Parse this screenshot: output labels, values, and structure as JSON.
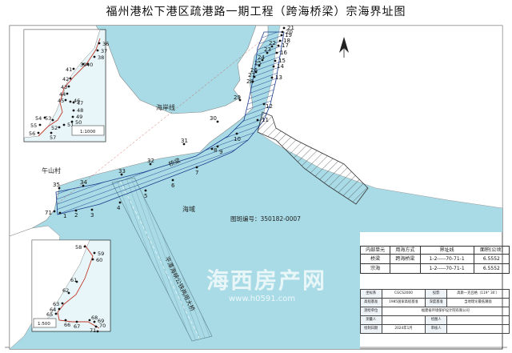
{
  "title": "福州港松下港区疏港路一期工程（跨海桥梁）宗海界址图",
  "labels": {
    "coastline": "海岸线",
    "village": "午山村",
    "bridge": "桥梁",
    "sea_area": "海域",
    "channel": "平潭海峡公铁两用大桥",
    "parcel_id": "图斑编号：350182-0007"
  },
  "inset_scale": "1:1000",
  "inset_scale_2": "1:500",
  "points_main": [
    "1",
    "2",
    "3",
    "4",
    "5",
    "6",
    "7",
    "8",
    "9",
    "10",
    "11",
    "12",
    "13",
    "14",
    "15",
    "16",
    "17",
    "18",
    "19",
    "20",
    "21",
    "22",
    "23",
    "24",
    "25",
    "26",
    "27",
    "28",
    "29",
    "30",
    "31",
    "32",
    "33",
    "34",
    "35",
    "71"
  ],
  "points_inset_top": [
    "36",
    "37",
    "38",
    "39",
    "40",
    "41",
    "42",
    "43",
    "44",
    "45",
    "46",
    "47",
    "48",
    "49",
    "50",
    "51",
    "52",
    "53",
    "54",
    "55",
    "56",
    "57"
  ],
  "points_inset_bottom": [
    "58",
    "59",
    "60",
    "61",
    "62",
    "63",
    "64",
    "65",
    "66",
    "67",
    "68",
    "69",
    "70",
    "71"
  ],
  "table": {
    "headers": [
      "内部单元",
      "用海方式",
      "界址线",
      "面积(公顷)"
    ],
    "rows": [
      [
        "桥梁",
        "跨海桥梁",
        "1-2-----70-71-1",
        "6.5552"
      ],
      [
        "宗海",
        "",
        "1-2-----70-71-1",
        "6.5552"
      ]
    ]
  },
  "info_table": {
    "rows": [
      [
        "坐标系",
        "CGCS2000",
        "投影",
        "高斯—克吕格（119° 30′）"
      ],
      [
        "高程基准",
        "1985国家高程基准",
        "深度基准",
        "当地理论最低潮面"
      ],
      [
        "测绘单位",
        "福建省环境保护设计院有限公司",
        "",
        ""
      ],
      [
        "测量人",
        "",
        "绘图人",
        ""
      ],
      [
        "绘制日期",
        "2024年1月",
        "审核人",
        ""
      ]
    ]
  },
  "watermark": {
    "cn": "海西房产网",
    "url": "www.h0591.com"
  },
  "colors": {
    "sea": "#a8dbe6",
    "land": "#ffffff",
    "bridge_hatch": "#1a3c8c",
    "boundary": "#c0392b"
  }
}
